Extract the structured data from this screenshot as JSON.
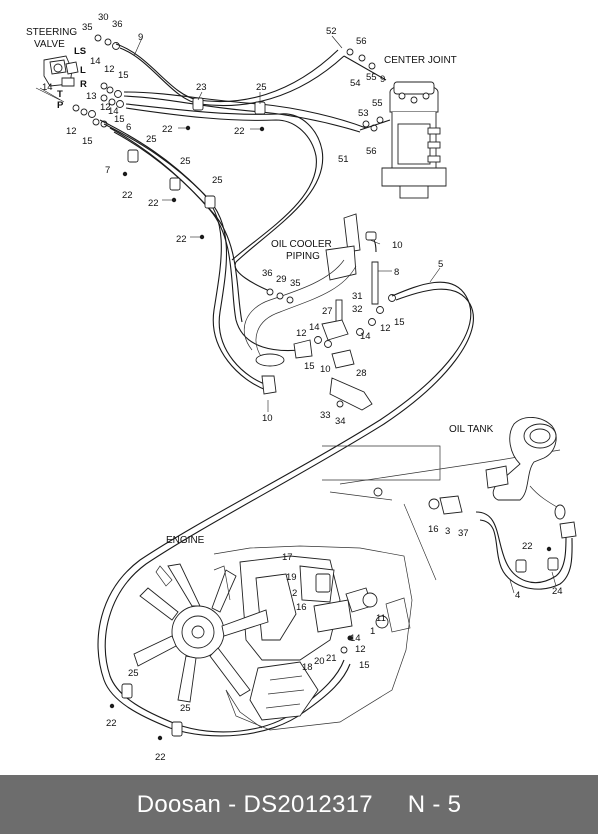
{
  "diagram": {
    "titles": {
      "steering_valve": [
        "STEERING",
        "VALVE"
      ],
      "center_joint": "CENTER JOINT",
      "oil_cooler_piping": [
        "OIL COOLER",
        "PIPING"
      ],
      "oil_tank": "OIL TANK",
      "engine": "ENGINE"
    },
    "port_labels": [
      "LS",
      "L",
      "R",
      "T",
      "P"
    ],
    "part_numbers": [
      "30",
      "35",
      "36",
      "9",
      "14",
      "12",
      "15",
      "13",
      "14",
      "14",
      "12",
      "15",
      "12",
      "15",
      "7",
      "6",
      "25",
      "22",
      "23",
      "22",
      "25",
      "22",
      "25",
      "22",
      "25",
      "22",
      "52",
      "56",
      "54",
      "55",
      "9",
      "55",
      "53",
      "56",
      "51",
      "10",
      "8",
      "5",
      "36",
      "29",
      "35",
      "31",
      "32",
      "27",
      "12",
      "14",
      "12",
      "15",
      "10",
      "15",
      "14",
      "28",
      "10",
      "33",
      "34",
      "16",
      "3",
      "37",
      "22",
      "24",
      "4",
      "17",
      "19",
      "2",
      "16",
      "11",
      "14",
      "1",
      "12",
      "15",
      "21",
      "20",
      "18",
      "25",
      "22",
      "25",
      "22"
    ]
  },
  "footer": {
    "brand": "Doosan",
    "separator": " - ",
    "part_code": "DS2012317",
    "page_label": "N - 5"
  }
}
